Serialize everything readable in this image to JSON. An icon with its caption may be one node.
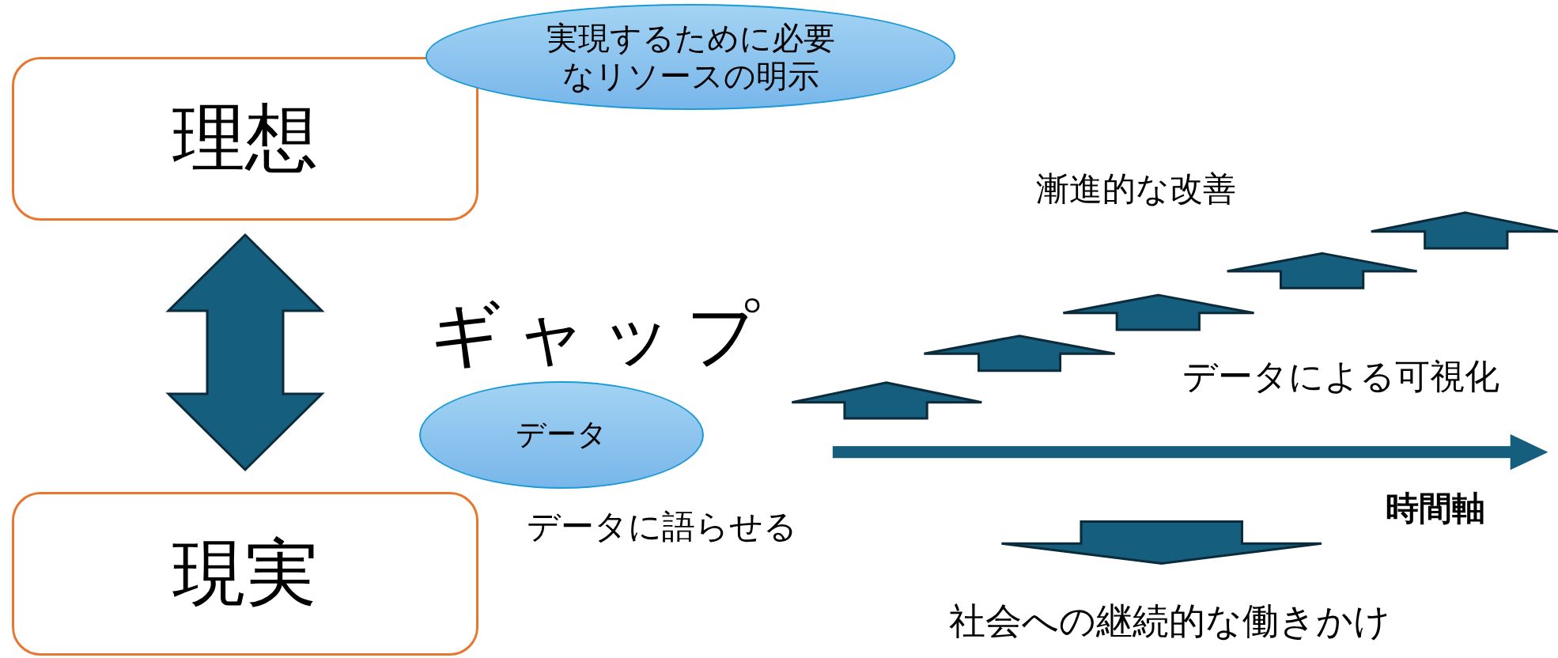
{
  "diagram": {
    "nodes": [
      {
        "text": [
          "理想"
        ]
      },
      {
        "text": [
          "実現するために必要なリソースの明示"
        ]
      },
      {
        "text": [
          "現実"
        ]
      },
      {
        "text": [
          "データ"
        ]
      }
    ],
    "edges": [
      {
        "from": 0,
        "to": 2,
        "arrow": "both",
        "style": "thick"
      }
    ],
    "labels": [
      "ギャップ",
      "漸進的な改善",
      "データによる可視化",
      "データに語らせる",
      "時間軸",
      "社会への継続的な働きかけ"
    ]
  }
}
